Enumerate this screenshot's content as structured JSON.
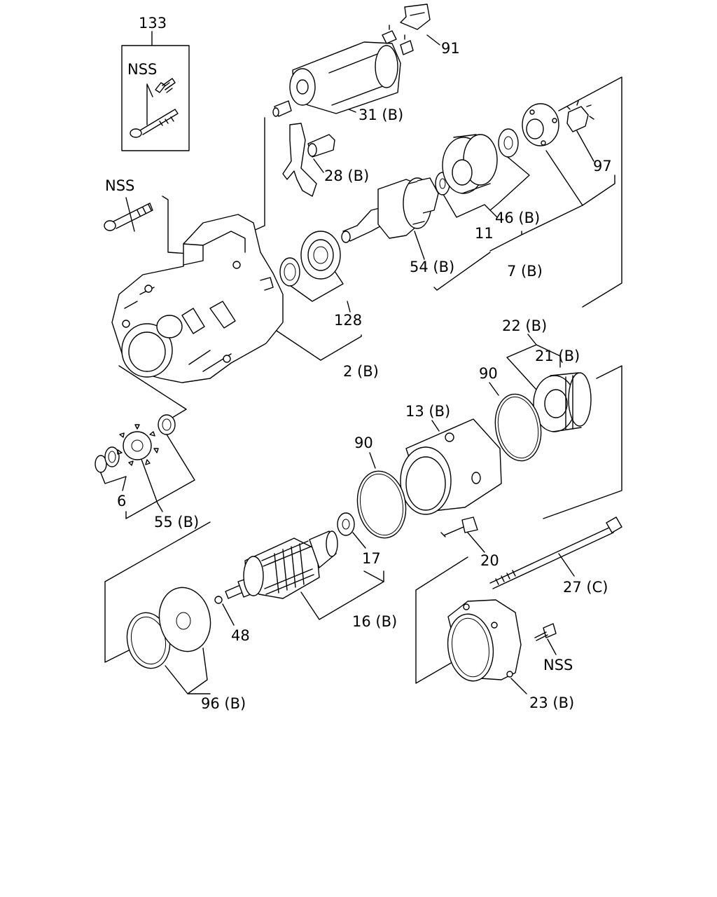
{
  "diagram": {
    "labels": {
      "p133": "133",
      "nss_box": "NSS",
      "p91": "91",
      "p31": "31 (B)",
      "p28": "28 (B)",
      "nss_bolt": "NSS",
      "p97": "97",
      "p46": "46 (B)",
      "p11": "11",
      "p54": "54 (B)",
      "p7": "7 (B)",
      "p128": "128",
      "p2": "2 (B)",
      "p22": "22 (B)",
      "p21": "21 (B)",
      "p90a": "90",
      "p13": "13 (B)",
      "p90b": "90",
      "p6": "6",
      "p55": "55 (B)",
      "p17": "17",
      "p20": "20",
      "p27": "27 (C)",
      "p16": "16 (B)",
      "p48": "48",
      "nss_screw": "NSS",
      "p96": "96 (B)",
      "p23": "23 (B)"
    }
  }
}
